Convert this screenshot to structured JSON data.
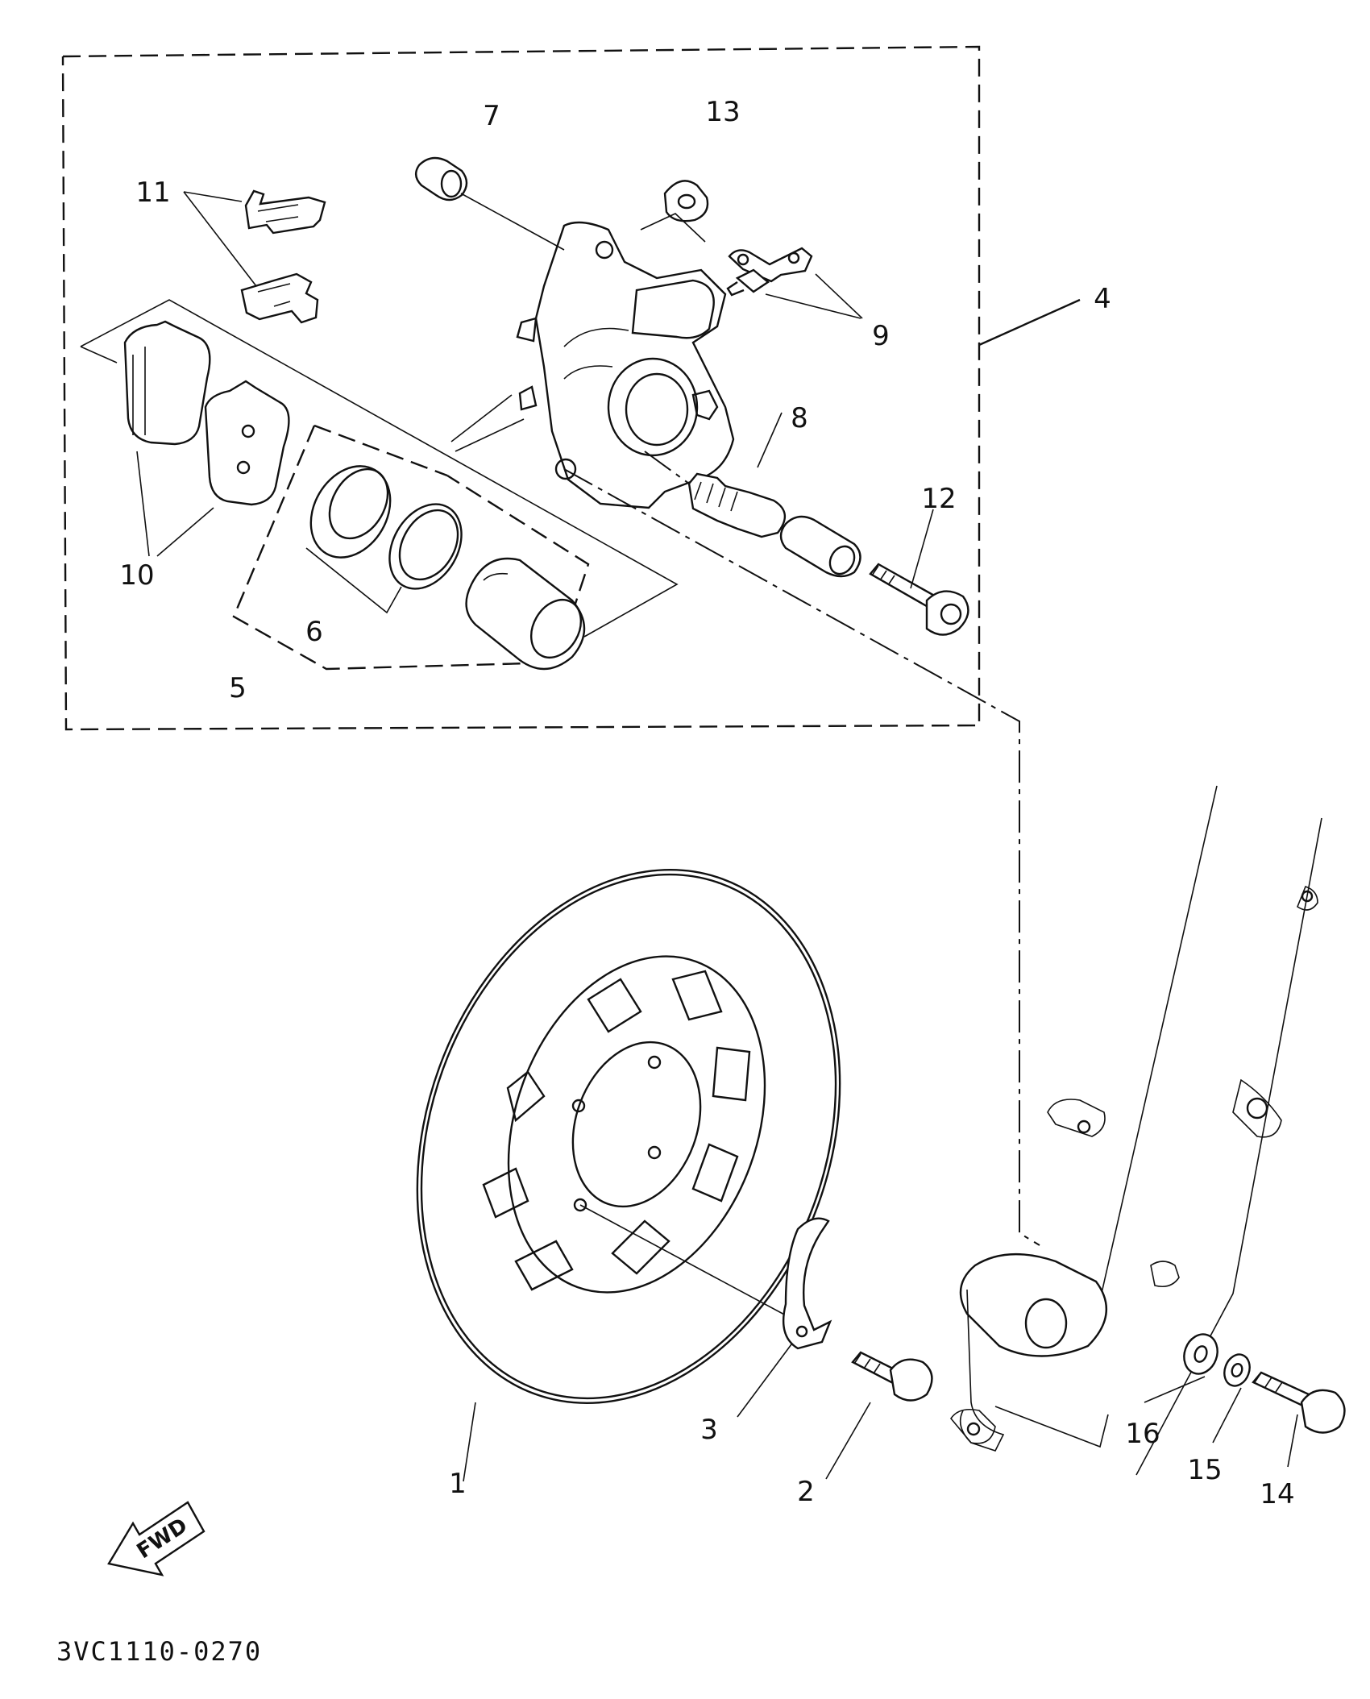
{
  "diagram": {
    "code": "3VC1110-0270",
    "fwd_label": "FWD",
    "part_numbers": {
      "p1": "1",
      "p2": "2",
      "p3": "3",
      "p4": "4",
      "p5": "5",
      "p6": "6",
      "p7": "7",
      "p8": "8",
      "p9": "9",
      "p10": "10",
      "p11": "11",
      "p12": "12",
      "p13": "13",
      "p14": "14",
      "p15": "15",
      "p16": "16"
    }
  }
}
